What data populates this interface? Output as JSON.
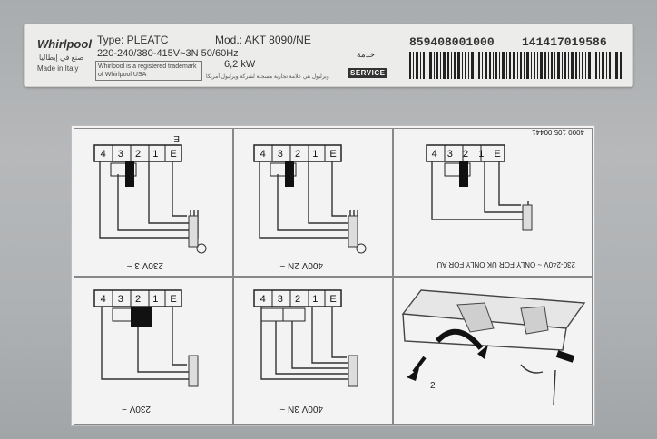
{
  "label": {
    "brand": "Whirlpool",
    "made_ar": "صنع في إيطاليا",
    "made": "Made in Italy",
    "type": "Type: PLEATC",
    "model": "Mod.: AKT 8090/NE",
    "voltage": "220-240/380-415V~3N 50/60Hz",
    "power": "6,2 kW",
    "trademark": "Whirlpool is a registered trademark of Whirlpool USA",
    "trademark_ar": "ويرلبول هي علامة تجارية مسجلة لشركة ويرلبول أمريكا",
    "service_ar": "خدمة",
    "service": "SERVICE",
    "code1": "859408001000",
    "code2": "141417019586"
  },
  "diagram": {
    "serial": "4000 105 00441",
    "panels": [
      {
        "id": "p1",
        "caption": "230V 3 ~"
      },
      {
        "id": "p2",
        "caption": "400V 2N ~"
      },
      {
        "id": "p3",
        "caption": "230-240V ~ ONLY FOR UK   ONLY FOR AU"
      },
      {
        "id": "p4",
        "caption": "230V ~"
      },
      {
        "id": "p5",
        "caption": "400V 3N ~"
      },
      {
        "id": "p6",
        "caption": ""
      }
    ],
    "terminal_labels": [
      "4",
      "3",
      "2",
      "1",
      "E"
    ]
  }
}
